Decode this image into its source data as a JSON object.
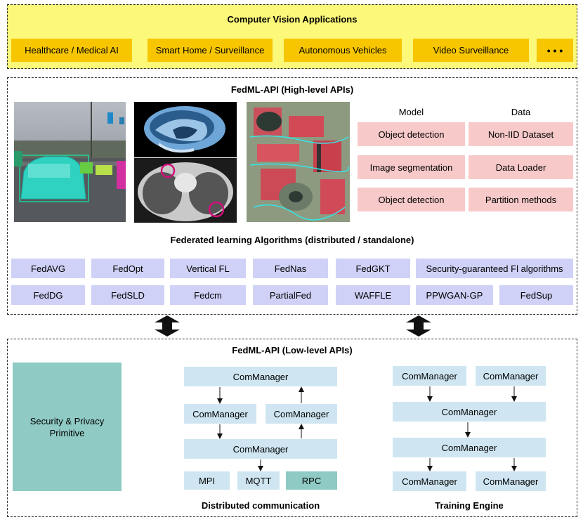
{
  "cv_apps": {
    "title": "Computer Vision Applications",
    "items": [
      "Healthcare / Medical AI",
      "Smart Home / Surveillance",
      "Autonomous Vehicles",
      "Video Surveillance",
      "• • •"
    ],
    "color": "#f7c600",
    "panel_color": "#fbf87a"
  },
  "high_level": {
    "title": "FedML-API (High-level APIs)",
    "model_header": "Model",
    "data_header": "Data",
    "model_items": [
      "Object detection",
      "Image segmentation",
      "Object detection"
    ],
    "data_items": [
      "Non-IID Dataset",
      "Data Loader",
      "Partition methods"
    ],
    "algorithms_title": "Federated learning Algorithms (distributed / standalone)",
    "algorithms_row1": [
      "FedAVG",
      "FedOpt",
      "Vertical FL",
      "FedNas",
      "FedGKT",
      "Security-guaranteed Fl algorithms"
    ],
    "algorithms_row2": [
      "FedDG",
      "FedSLD",
      "Fedcm",
      "PartialFed",
      "WAFFLE",
      "PPWGAN-GP",
      "FedSup"
    ]
  },
  "low_level": {
    "title": "FedML-API (Low-level APIs)",
    "security": "Security & Privacy Primitive",
    "distributed": {
      "label": "Distributed communication",
      "managers": [
        "ComManager",
        "ComManager",
        "ComManager",
        "ComManager"
      ],
      "protocols": [
        "MPI",
        "MQTT",
        "RPC"
      ]
    },
    "training": {
      "label": "Training Engine",
      "managers": [
        "ComManager",
        "ComManager",
        "ComManager",
        "ComManager",
        "ComManager",
        "ComManager"
      ]
    }
  }
}
